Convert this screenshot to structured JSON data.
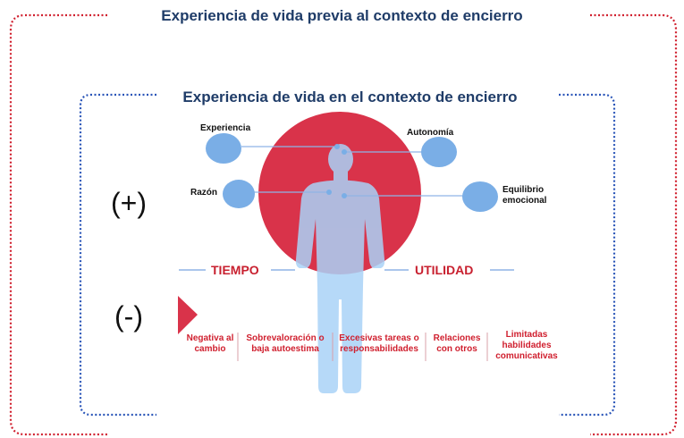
{
  "outer_title": "Experiencia de vida previa al contexto de encierro",
  "inner_title": "Experiencia de vida en el contexto de encierro",
  "bubbles": [
    {
      "label": "Experiencia"
    },
    {
      "label": "Autonomía"
    },
    {
      "label": "Razón"
    },
    {
      "label": "Equilibrio emocional"
    }
  ],
  "signs": {
    "positive": "(+)",
    "negative": "(-)"
  },
  "axis": {
    "left": "TIEMPO",
    "right": "UTILIDAD"
  },
  "negative_factors": [
    "Negativa al cambio",
    "Sobrevaloración o baja autoestima",
    "Excesivas tareas o responsabilidades",
    "Relaciones con otros",
    "Limitadas habilidades comunicativas"
  ],
  "colors": {
    "title": "#1f3c68",
    "outer_bracket": "#d0202f",
    "inner_bracket": "#2a55b8",
    "circle": "#d9334a",
    "figure": "#a9d2f7",
    "bubble": "#7aaee6",
    "accent": "#d0202f",
    "divider": "#8fb4e6"
  }
}
